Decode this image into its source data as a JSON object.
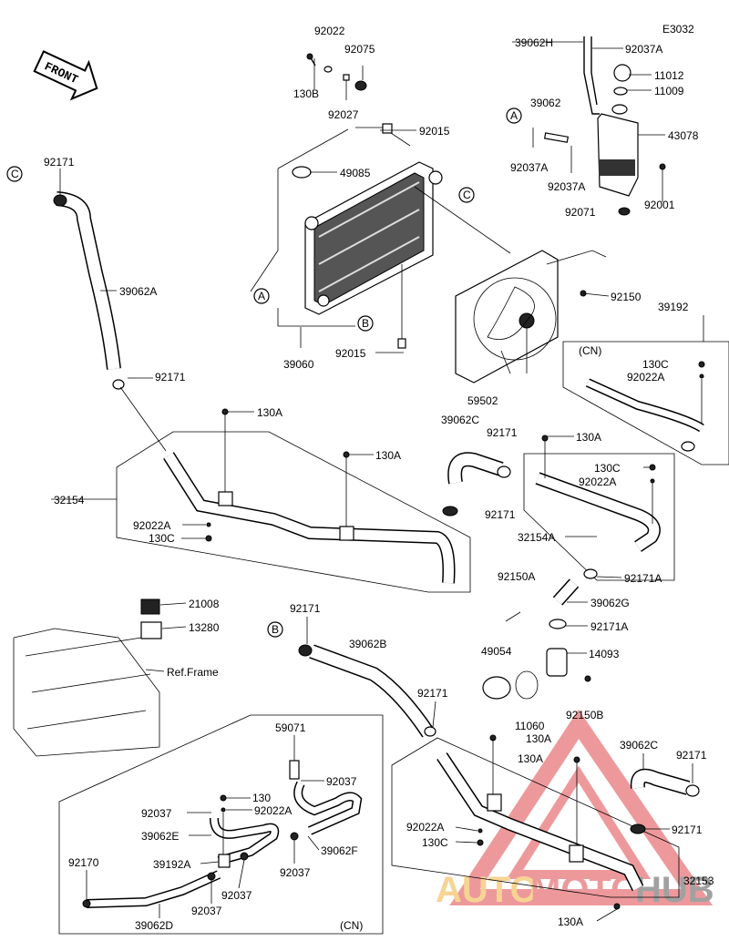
{
  "diagram": {
    "code": "E3032",
    "front_label": "FRONT",
    "ref_frame": "Ref.Frame",
    "cn_label": "(CN)",
    "wm_auto": "AUTO",
    "wm_moto": "MOTO",
    "wm_hub": "HUB",
    "callouts": [
      "A",
      "B",
      "C"
    ],
    "labels": {
      "p92022_top": "92022",
      "p92075": "92075",
      "p130B": "130B",
      "p92027": "92027",
      "p92015_top": "92015",
      "p49085": "49085",
      "p39060": "39060",
      "p92015_bot": "92015",
      "p92171_tl": "92171",
      "p39062A": "39062A",
      "p92171_ml": "92171",
      "p39062H": "39062H",
      "p92037A_a": "92037A",
      "p11012": "11012",
      "p11009": "11009",
      "p39062": "39062",
      "p43078": "43078",
      "p92037A_b": "92037A",
      "p92037A_c": "92037A",
      "p92071": "92071",
      "p92001": "92001",
      "p92150": "92150",
      "p39192": "39192",
      "p59502": "59502",
      "p130C_cn": "130C",
      "p92022A_cn": "92022A",
      "p130A_1": "130A",
      "p130A_2": "130A",
      "p39062C_a": "39062C",
      "p92171_c1": "92171",
      "p92171_c2": "92171",
      "p32154": "32154",
      "p92022A_l": "92022A",
      "p130C_l": "130C",
      "p130A_r": "130A",
      "p130C_r": "130C",
      "p92022A_r": "92022A",
      "p32154A": "32154A",
      "p92171A_a": "92171A",
      "p92150A": "92150A",
      "p39062G": "39062G",
      "p92171A_b": "92171A",
      "p21008": "21008",
      "p13280": "13280",
      "p92171_b": "92171",
      "p39062B": "39062B",
      "p49054": "49054",
      "p14093": "14093",
      "p11060": "11060",
      "p92150B": "92150B",
      "p92171_m": "92171",
      "p130A_m": "130A",
      "p39062C_b": "39062C",
      "p92171_r": "92171",
      "p130A_b": "130A",
      "p92022A_b": "92022A",
      "p130C_b": "130C",
      "p92171_rb": "92171",
      "p32153": "32153",
      "p130A_bot": "130A",
      "p59071": "59071",
      "p92037_1": "92037",
      "p130_in": "130",
      "p92037_2": "92037",
      "p92022A_in": "92022A",
      "p39062E": "39062E",
      "p39062F": "39062F",
      "p92170": "92170",
      "p39192A": "39192A",
      "p92037_3": "92037",
      "p92037_4": "92037",
      "p92037_5": "92037",
      "p39062D": "39062D"
    }
  }
}
